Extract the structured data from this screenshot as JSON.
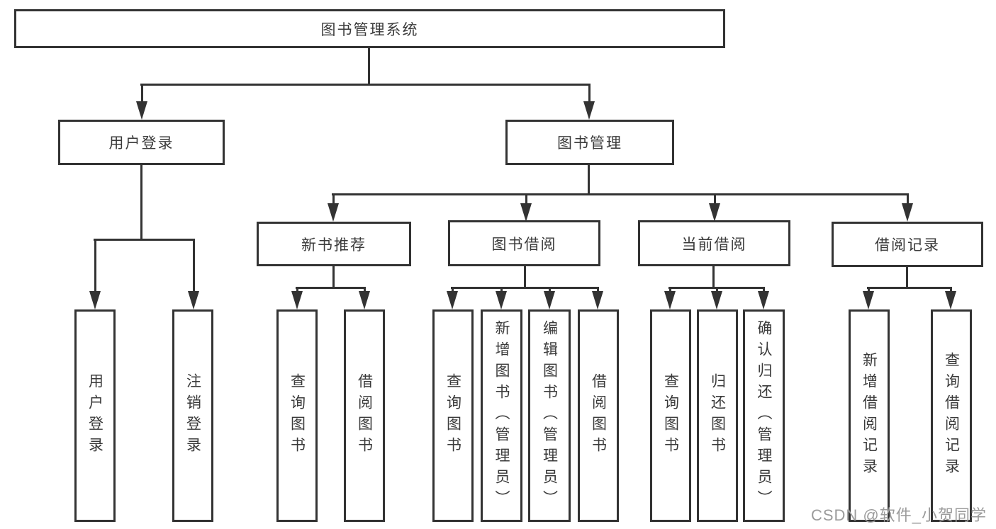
{
  "colors": {
    "line": "#333333",
    "text": "#3a3a3a",
    "bg": "#ffffff",
    "watermark": "#9b9b9b"
  },
  "watermark": {
    "text": "CSDN @软件_小贺同学"
  },
  "tree": {
    "root": {
      "label": "图书管理系统"
    },
    "branches": [
      {
        "label": "用户登录",
        "children": [
          {
            "label": "用户登录"
          },
          {
            "label": "注销登录"
          }
        ]
      },
      {
        "label": "图书管理",
        "sections": [
          {
            "label": "新书推荐",
            "children": [
              {
                "label": "查询图书"
              },
              {
                "label": "借阅图书"
              }
            ]
          },
          {
            "label": "图书借阅",
            "children": [
              {
                "label": "查询图书"
              },
              {
                "label": "新增图书（管理员）"
              },
              {
                "label": "编辑图书（管理员）"
              },
              {
                "label": "借阅图书"
              }
            ]
          },
          {
            "label": "当前借阅",
            "children": [
              {
                "label": "查询图书"
              },
              {
                "label": "归还图书"
              },
              {
                "label": "确认归还（管理员）"
              }
            ]
          },
          {
            "label": "借阅记录",
            "children": [
              {
                "label": "新增借阅记录"
              },
              {
                "label": "查询借阅记录"
              }
            ]
          }
        ]
      }
    ]
  }
}
